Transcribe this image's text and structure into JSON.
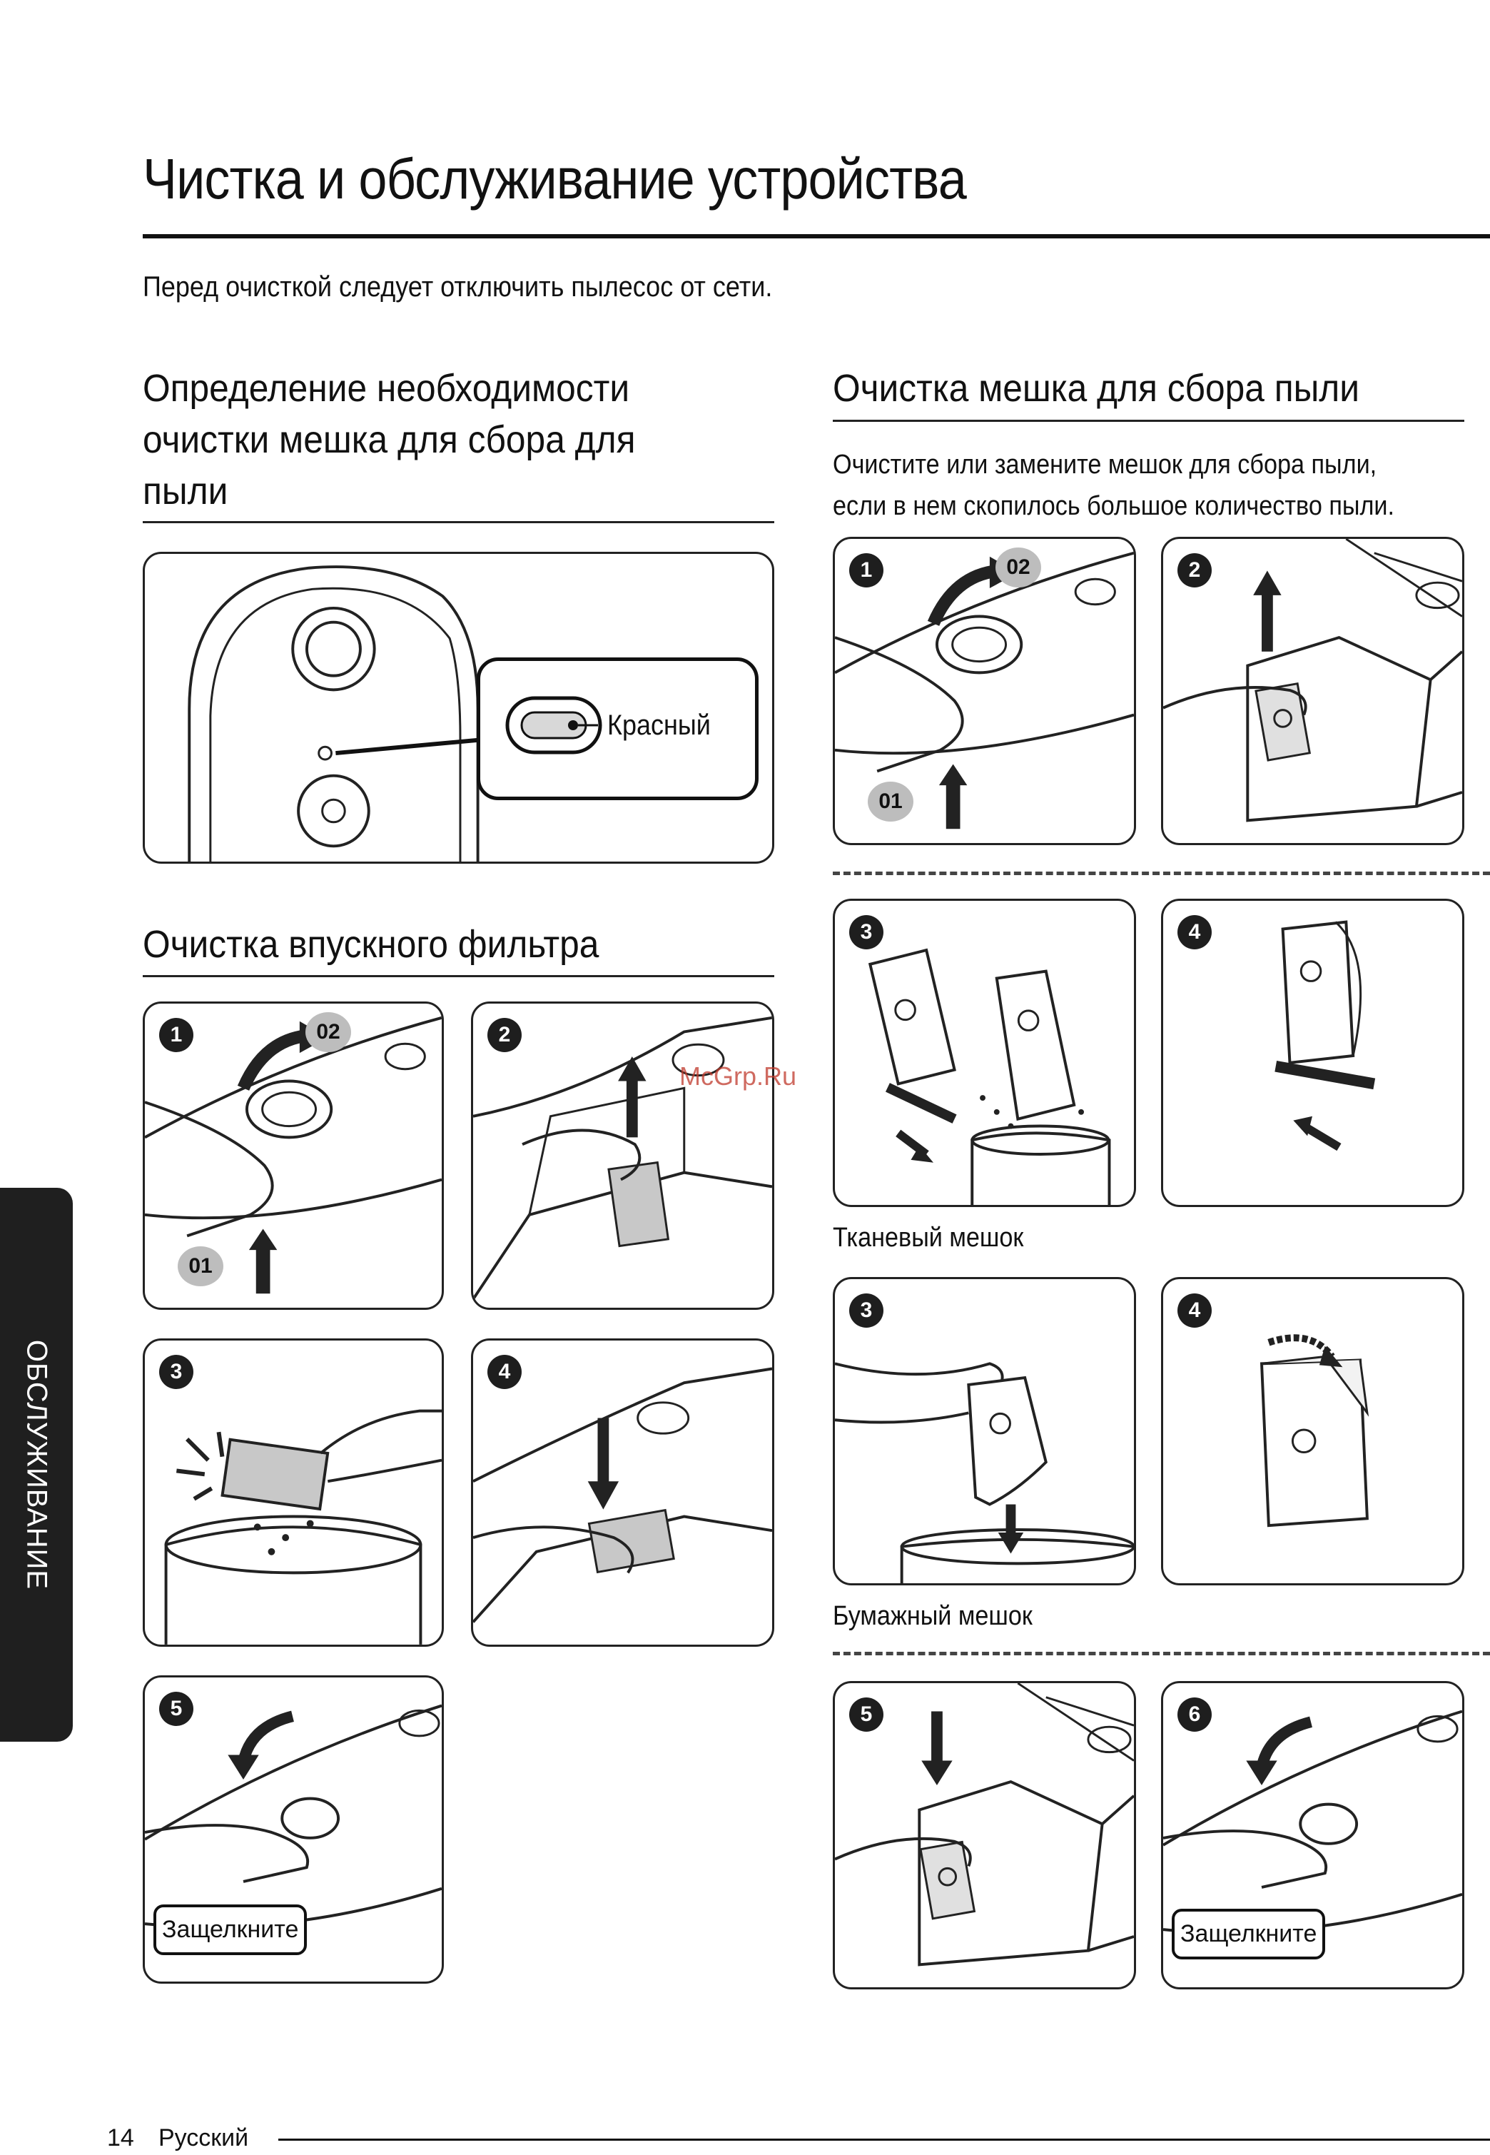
{
  "page": {
    "title": "Чистка и обслуживание устройства",
    "intro": "Перед очисткой следует отключить пылесос от сети."
  },
  "sections": {
    "determine": {
      "title_lines": [
        "Определение необходимости",
        "очистки мешка для сбора для",
        "пыли"
      ],
      "indicator_label": "Красный"
    },
    "filter": {
      "title": "Очистка впускного фильтра",
      "steps": [
        "1",
        "2",
        "3",
        "4",
        "5"
      ],
      "sub_steps": [
        "01",
        "02"
      ],
      "click_label": "Защелкните"
    },
    "bag": {
      "title": "Очистка мешка для сбора пыли",
      "desc_lines": [
        "Очистите или замените мешок для сбора пыли,",
        "если в нем скопилось большое количество пыли."
      ],
      "steps": [
        "1",
        "2",
        "3",
        "4",
        "3",
        "4",
        "5",
        "6"
      ],
      "sub_steps": [
        "01",
        "02"
      ],
      "cloth_caption": "Тканевый мешок",
      "paper_caption": "Бумажный мешок",
      "click_label": "Защелкните"
    }
  },
  "side_tab": {
    "label": "ОБСЛУЖИВАНИЕ"
  },
  "footer": {
    "page_number": "14",
    "language": "Русский"
  },
  "watermark": "McGrp.Ru"
}
